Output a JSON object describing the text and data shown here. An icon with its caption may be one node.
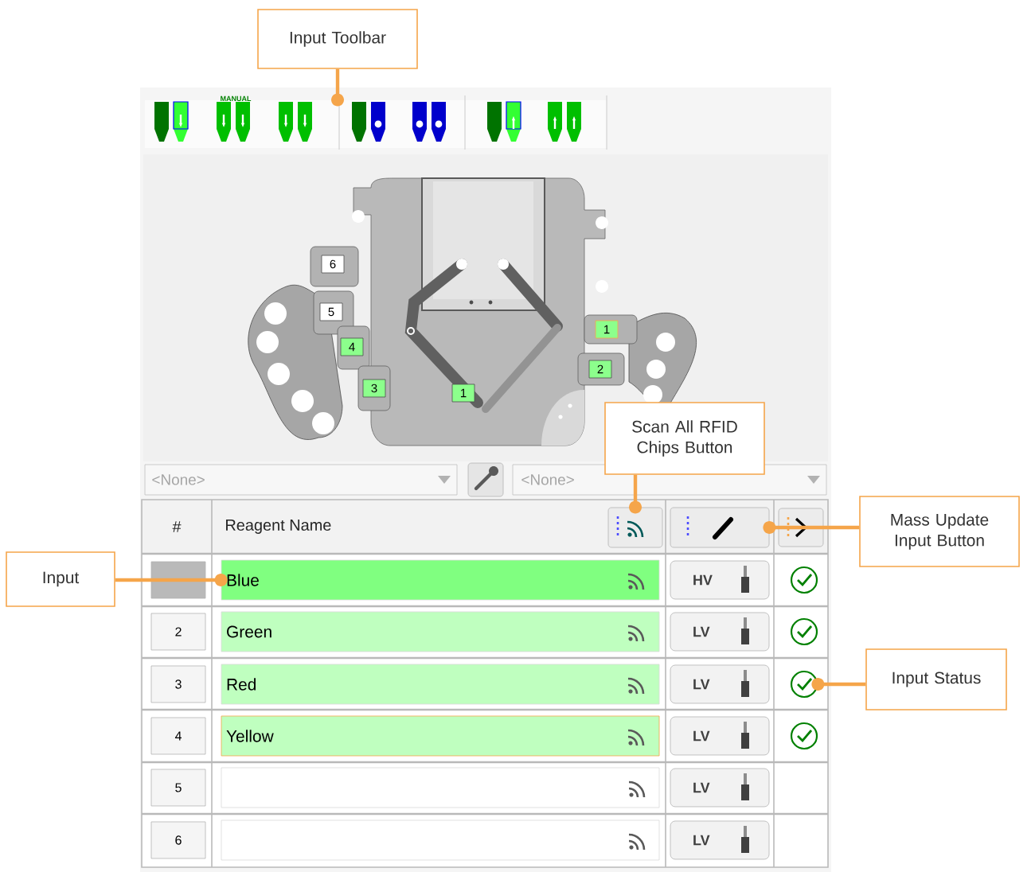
{
  "diagram": {
    "nodes": [
      {
        "text": [
          "Input Toolbar"
        ]
      },
      {
        "text": [],
        "shape": "box"
      },
      {
        "text": [
          "Scan All RFID Chips Button"
        ]
      },
      {
        "text": [],
        "shape": "box"
      },
      {
        "text": [
          "Mass Update Input Button"
        ]
      },
      {
        "text": [],
        "shape": "box"
      },
      {
        "text": [
          "Input"
        ]
      },
      {
        "text": [
          "Blue"
        ]
      },
      {
        "text": [
          "Input Status"
        ]
      },
      {
        "text": [],
        "shape": "circle"
      }
    ],
    "edges": [
      {
        "from": 0,
        "to": 1,
        "arrow": "other"
      },
      {
        "from": 2,
        "to": 3,
        "arrow": "other"
      },
      {
        "from": 4,
        "to": 5,
        "arrow": "other"
      },
      {
        "from": 6,
        "to": 7,
        "arrow": "other"
      },
      {
        "from": 8,
        "to": 9,
        "arrow": "other"
      }
    ],
    "labels": [
      "MANUAL",
      "6",
      "5",
      "4",
      "3",
      "1",
      "1",
      "2",
      "<None>",
      "<None>",
      "#",
      "Reagent Name",
      "HV",
      "2",
      "Green",
      "LV",
      "3",
      "Red",
      "LV",
      "4",
      "Yellow",
      "LV",
      "5",
      "LV",
      "6",
      "LV"
    ]
  }
}
